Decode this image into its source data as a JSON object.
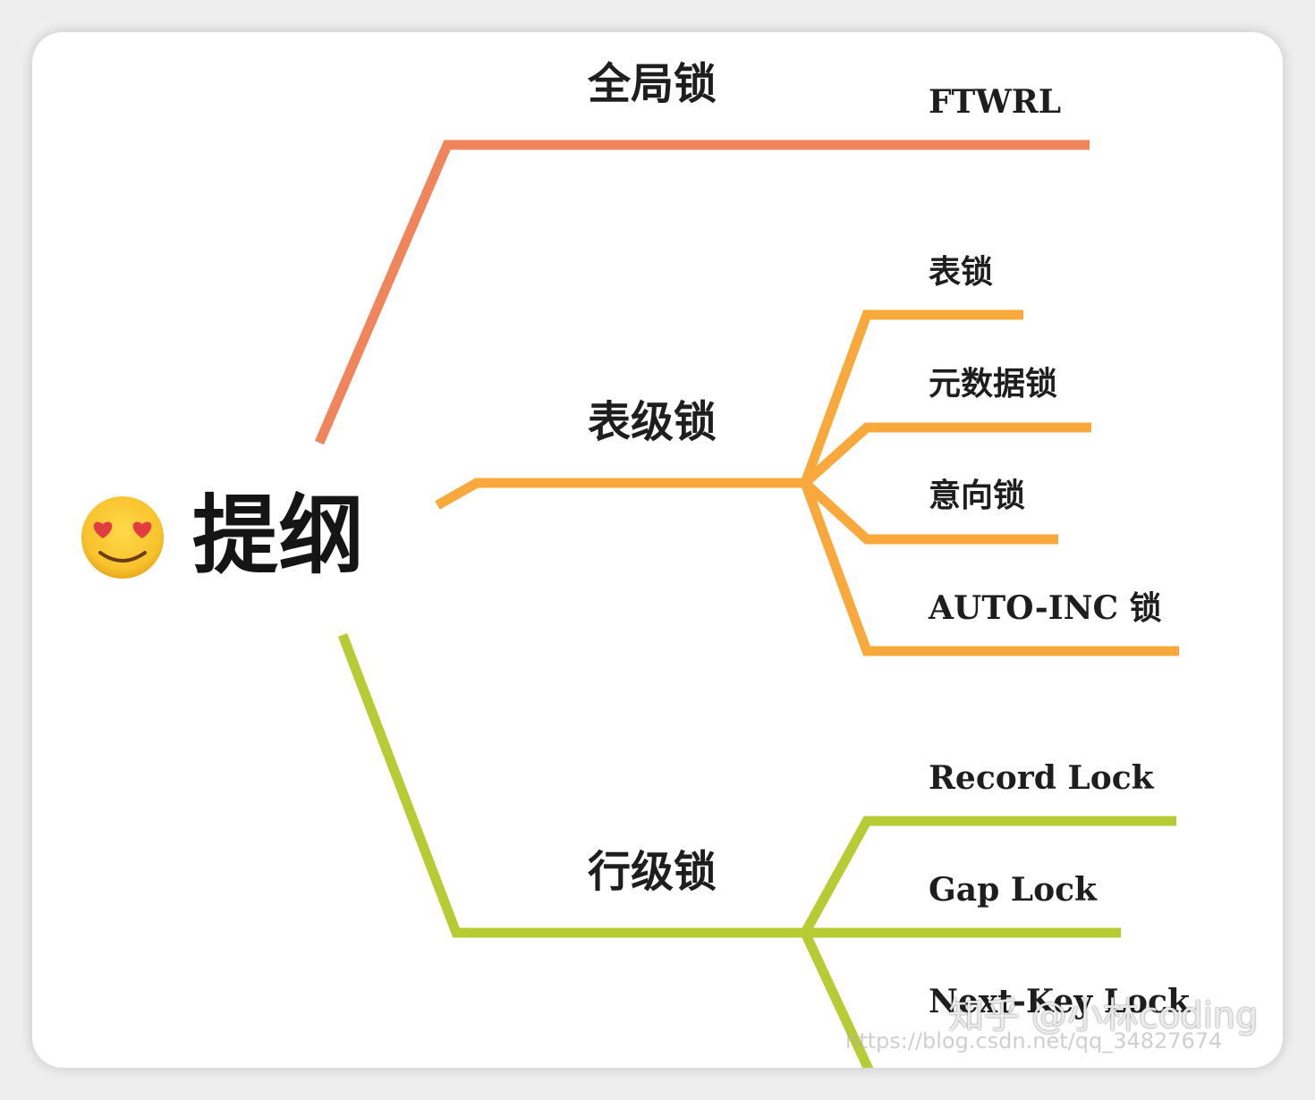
{
  "root": {
    "icon": "smiling-face-with-heart-eyes-icon",
    "label": "提纲"
  },
  "branches": [
    {
      "label": "全局锁",
      "color": "#F0855C",
      "children": [
        "FTWRL"
      ]
    },
    {
      "label": "表级锁",
      "color": "#F9A93B",
      "children": [
        "表锁",
        "元数据锁",
        "意向锁",
        "AUTO-INC 锁"
      ]
    },
    {
      "label": "行级锁",
      "color": "#B7CB35",
      "children": [
        "Record Lock",
        "Gap Lock",
        "Next-Key Lock"
      ]
    }
  ],
  "watermark": {
    "zhihu": "知乎 @小林coding",
    "url": "https://blog.csdn.net/qq_34827674"
  }
}
